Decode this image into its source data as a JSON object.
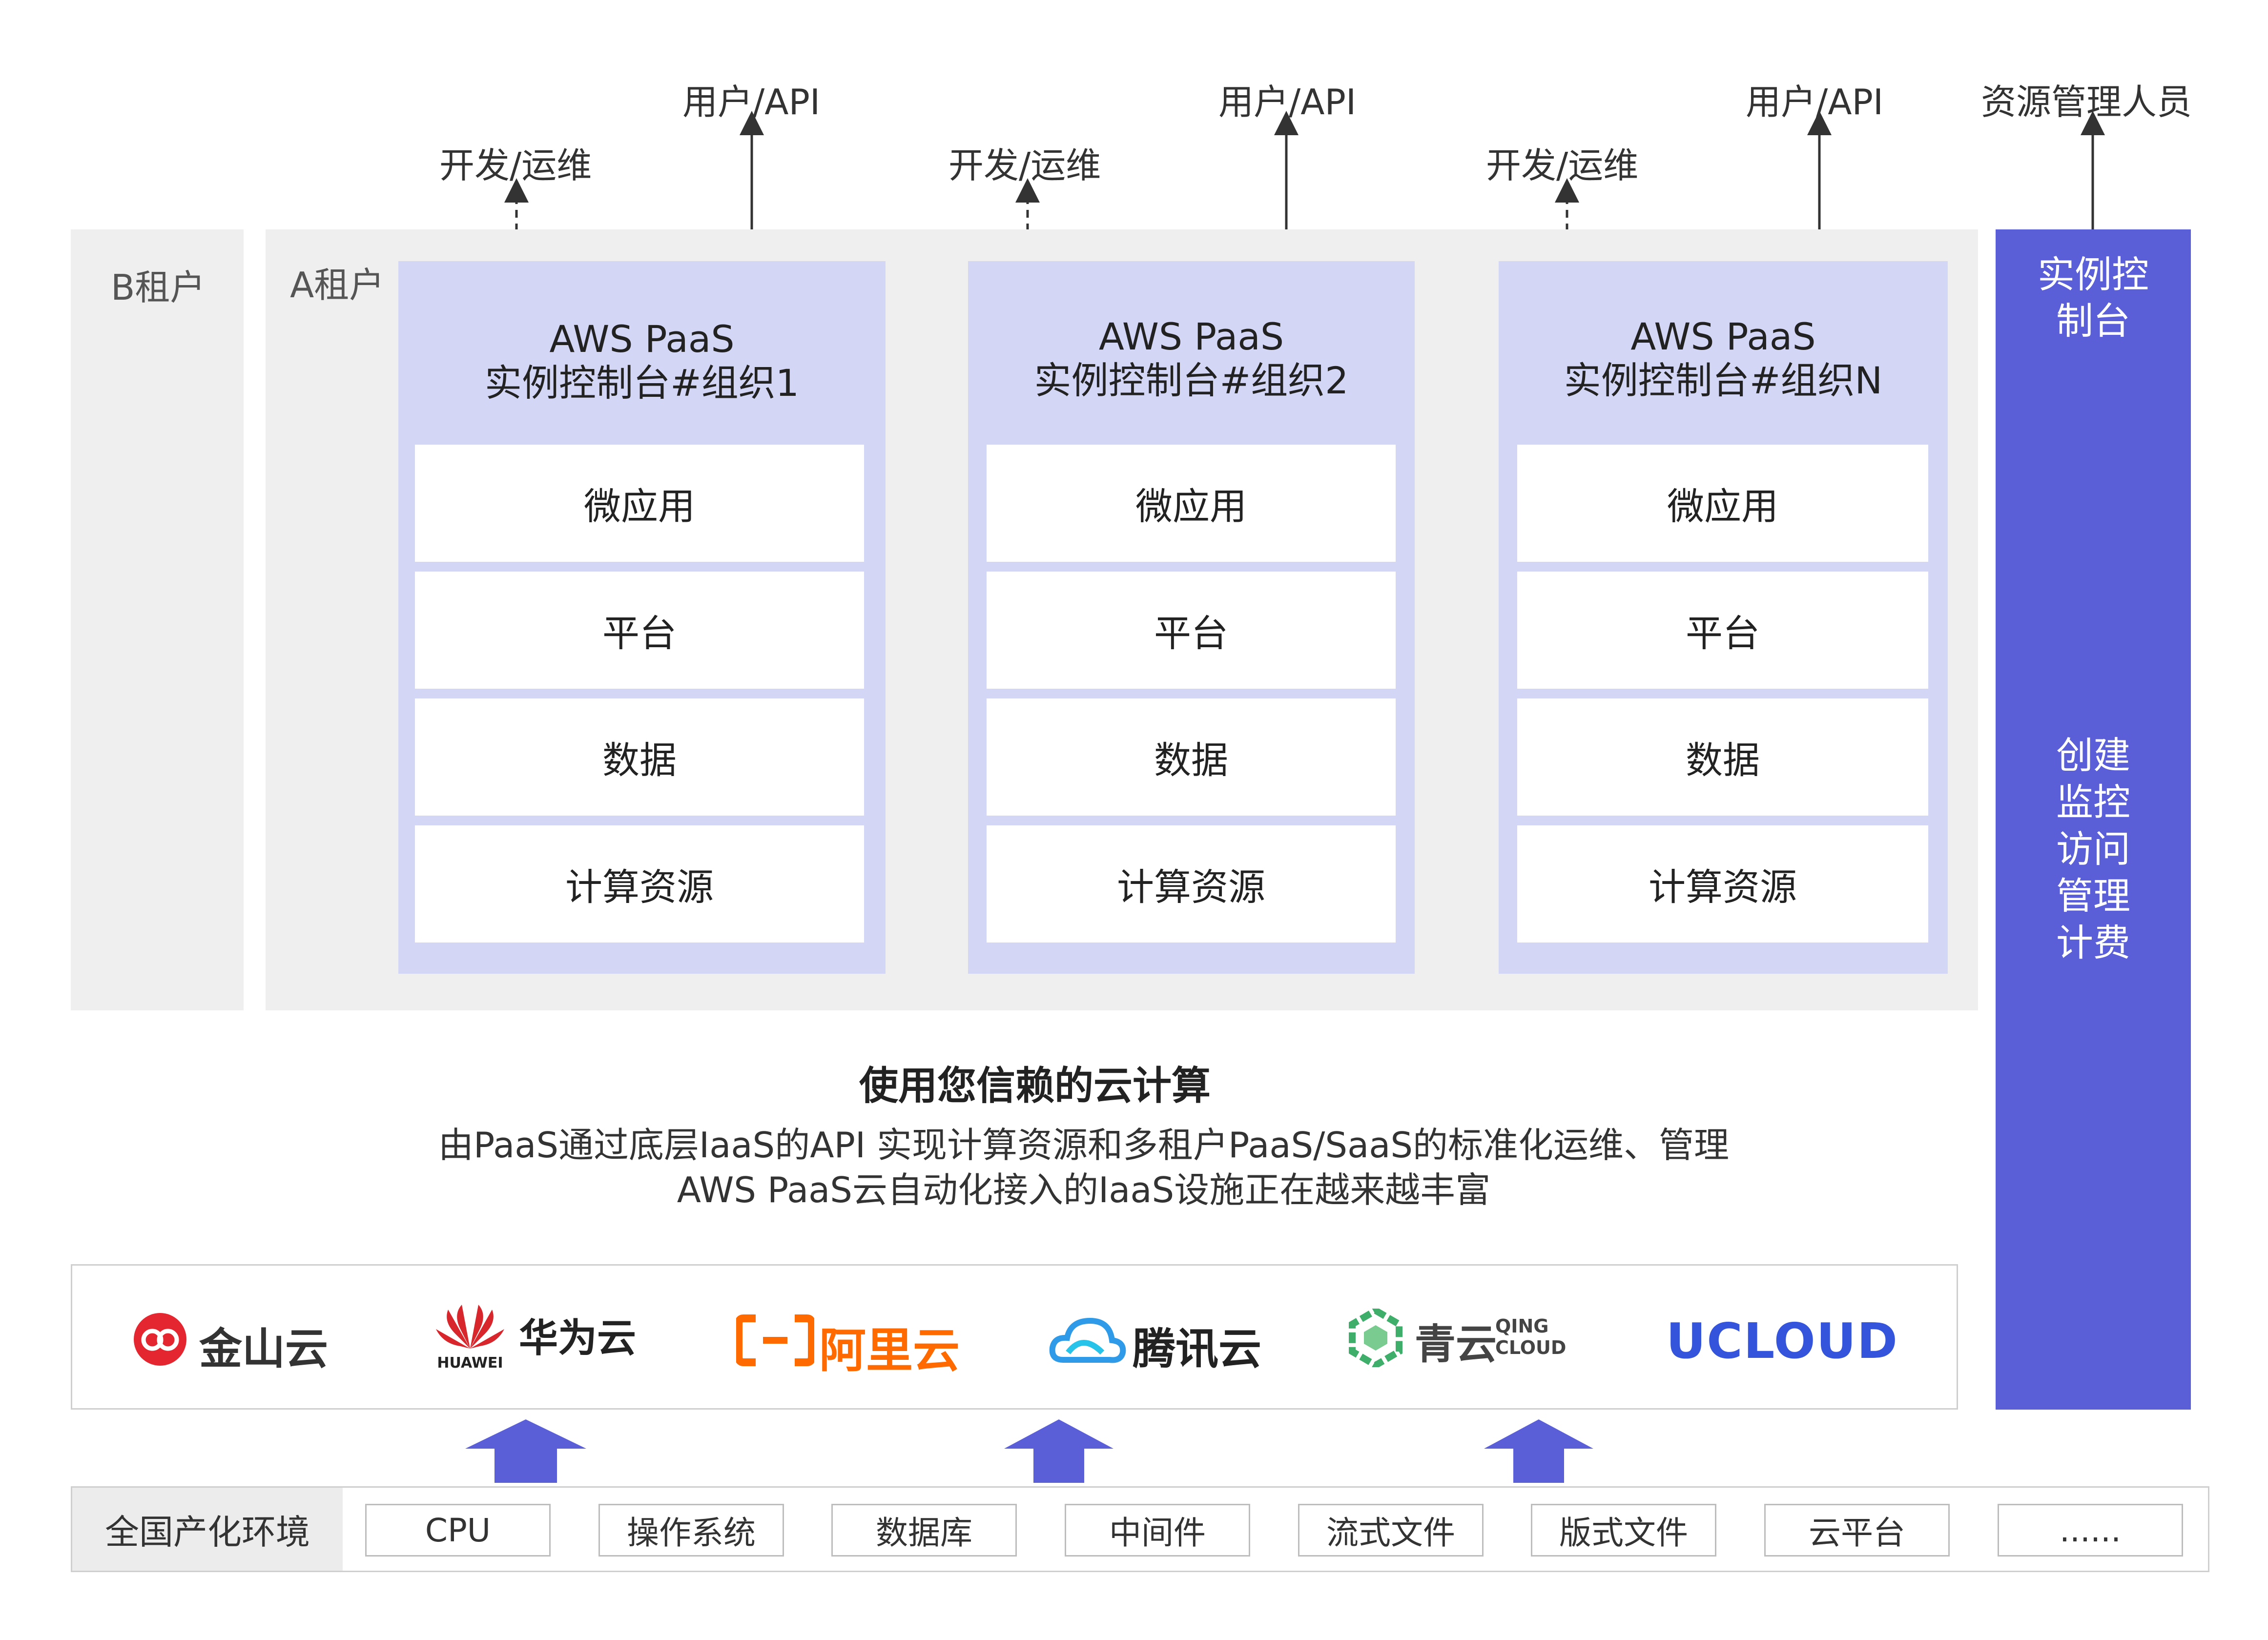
{
  "top_labels": {
    "user_api": "用户/API",
    "devops": "开发/运维",
    "admin": "资源管理人员"
  },
  "tenants": {
    "b_label": "B租户",
    "a_label": "A租户"
  },
  "orgs": [
    {
      "line1": "AWS PaaS",
      "line2": "实例控制台#组织1",
      "layers": [
        "微应用",
        "平台",
        "数据",
        "计算资源"
      ]
    },
    {
      "line1": "AWS PaaS",
      "line2": "实例控制台#组织2",
      "layers": [
        "微应用",
        "平台",
        "数据",
        "计算资源"
      ]
    },
    {
      "line1": "AWS PaaS",
      "line2": "实例控制台#组织N",
      "layers": [
        "微应用",
        "平台",
        "数据",
        "计算资源"
      ]
    }
  ],
  "side_panel": {
    "title_line1": "实例控",
    "title_line2": "制台",
    "functions": [
      "创建",
      "监控",
      "访问",
      "管理",
      "计费"
    ]
  },
  "middle": {
    "title": "使用您信赖的云计算",
    "desc1": "由PaaS通过底层IaaS的API 实现计算资源和多租户PaaS/SaaS的标准化运维、管理",
    "desc2": "AWS PaaS云自动化接入的IaaS设施正在越来越丰富"
  },
  "providers": [
    {
      "name": "金山云",
      "icon": "kingsoft-cloud-logo"
    },
    {
      "name": "华为云",
      "sub": "HUAWEI",
      "icon": "huawei-logo"
    },
    {
      "name": "阿里云",
      "icon": "aliyun-logo"
    },
    {
      "name": "腾讯云",
      "icon": "tencent-cloud-logo"
    },
    {
      "name": "青云",
      "sub1": "QING",
      "sub2": "CLOUD",
      "icon": "qingcloud-logo"
    },
    {
      "name": "UCLOUD",
      "icon": "ucloud-logo"
    }
  ],
  "environment": {
    "label": "全国产化环境",
    "items": [
      "CPU",
      "操作系统",
      "数据库",
      "中间件",
      "流式文件",
      "版式文件",
      "云平台",
      "......"
    ]
  },
  "colors": {
    "side_panel": "#5a5fd8",
    "org_bg": "#d3d6f5",
    "arrow_blue": "#5a5fd8",
    "kingsoft_red": "#e3262f",
    "huawei_red": "#d7262c",
    "aliyun_orange": "#ff6a00",
    "tencent_blue": "#2e9ae8",
    "qingcloud_green": "#3fae6a",
    "ucloud_blue": "#3455db"
  }
}
